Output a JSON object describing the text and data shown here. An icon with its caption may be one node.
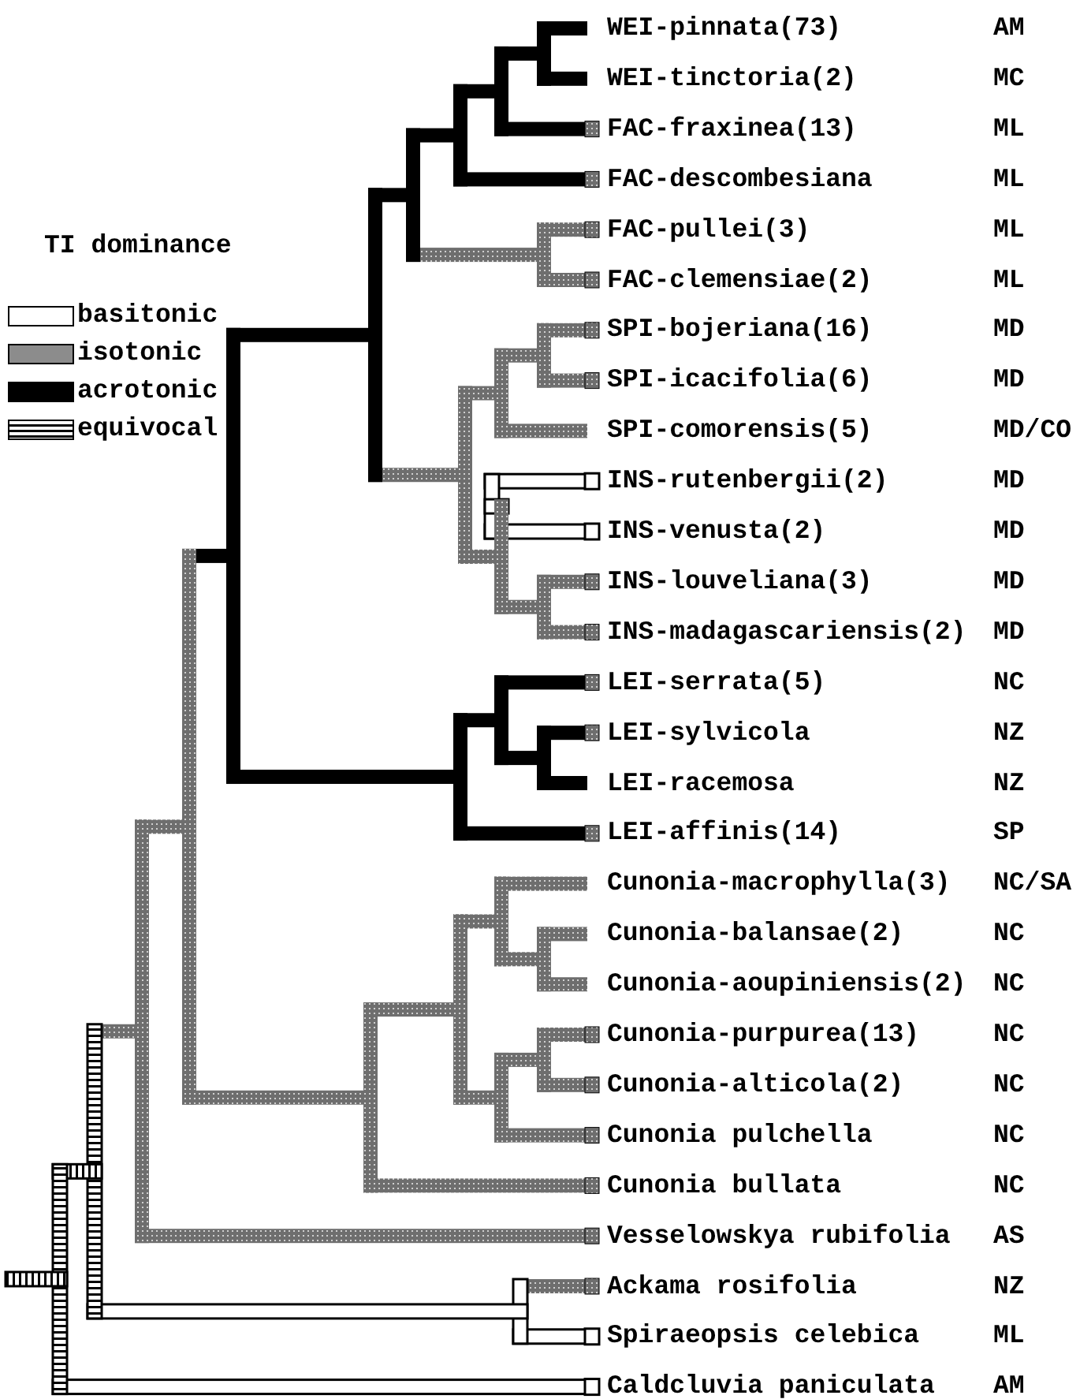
{
  "diagram": {
    "labels": [
      "TI dominance",
      "WEI-pinnata(73)",
      "AM",
      "WEI-tinctoria(2)",
      "MC",
      "FAC-fraxinea(13)",
      "ML",
      "FAC-descombesiana",
      "ML",
      "FAC-pullei(3)",
      "ML",
      "FAC-clemensiae(2)",
      "ML",
      "SPI-bojeriana(16)",
      "MD",
      "SPI-icacifolia(6)",
      "MD",
      "SPI-comorensis(5)",
      "MD/CO",
      "INS-rutenbergii(2)",
      "MD",
      "INS-venusta(2)",
      "MD",
      "INS-louveliana(3)",
      "MD",
      "INS-madagascariensis(2)",
      "MD",
      "LEI-serrata(5)",
      "NC",
      "LEI-sylvicola",
      "NZ",
      "LEI-racemosa",
      "NZ",
      "LEI-affinis(14)",
      "SP",
      "Cunonia-macrophylla(3)",
      "NC/SA",
      "Cunonia-balansae(2)",
      "NC",
      "Cunonia-aoupiniensis(2)",
      "NC",
      "Cunonia-purpurea(13)",
      "NC",
      "Cunonia-alticola(2)",
      "NC",
      "Cunonia pulchella",
      "NC",
      "Cunonia bullata",
      "NC",
      "Vesselowskya rubifolia",
      "AS",
      "Ackama rosifolia",
      "NZ",
      "Spiraeopsis celebica",
      "ML",
      "Caldcluvia paniculata",
      "AM"
    ],
    "legend": [
      {
        "text": "basitonic",
        "color": "#ffffff"
      },
      {
        "text": "isotonic",
        "color": "#8c8c8c"
      },
      {
        "text": "acrotonic",
        "color": "#000000"
      },
      {
        "text": "equivocal"
      }
    ]
  }
}
